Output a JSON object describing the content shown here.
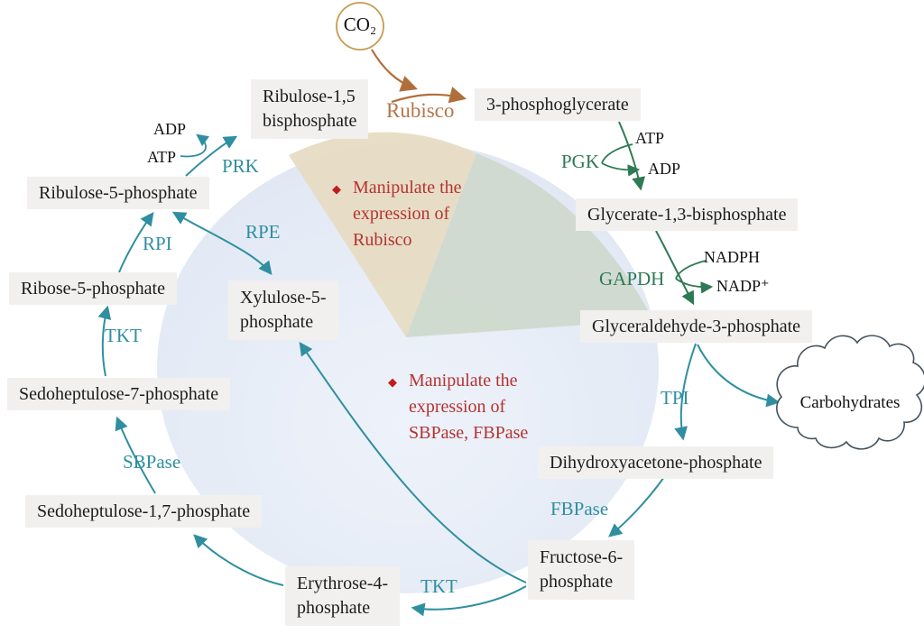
{
  "colors": {
    "teal": "#2f8fa0",
    "green": "#2e7a55",
    "orange": "#b06f3a",
    "gold_circle": "#c89b52",
    "red_text": "#b43331",
    "red_bullet": "#c11b1b",
    "box_bg": "#f1f0ee",
    "circle_fill": "#e3eaf5",
    "wedge_tan": "#e7dcc4",
    "wedge_green": "#cfd9cd",
    "cloud_stroke": "#45535e"
  },
  "co2": {
    "label": "CO₂"
  },
  "nodes": {
    "rubp15": {
      "line1": "Ribulose-1,5",
      "line2": "bisphosphate"
    },
    "pg3": {
      "label": "3-phosphoglycerate"
    },
    "gbp13": {
      "label": "Glycerate-1,3-bisphosphate"
    },
    "g3p": {
      "label": "Glyceraldehyde-3-phosphate"
    },
    "dhap": {
      "label": "Dihydroxyacetone-phosphate"
    },
    "f6p": {
      "line1": "Fructose-6-",
      "line2": "phosphate"
    },
    "e4p": {
      "line1": "Erythrose-4-",
      "line2": "phosphate"
    },
    "sbp17": {
      "label": "Sedoheptulose-1,7-phosphate"
    },
    "s7p": {
      "label": "Sedoheptulose-7-phosphate"
    },
    "r5p": {
      "label": "Ribose-5-phosphate"
    },
    "ru5p": {
      "label": "Ribulose-5-phosphate"
    },
    "x5p": {
      "line1": "Xylulose-5-",
      "line2": "phosphate"
    }
  },
  "enzymes": {
    "rubisco": "Rubisco",
    "pgk": "PGK",
    "gapdh": "GAPDH",
    "tpi": "TPI",
    "fbpase": "FBPase",
    "tkt_bottom": "TKT",
    "tkt_left": "TKT",
    "sbpase": "SBPase",
    "rpi": "RPI",
    "rpe": "RPE",
    "prk": "PRK"
  },
  "cofactors": {
    "atp_right": "ATP",
    "adp_right": "ADP",
    "nadph": "NADPH",
    "nadp_plus": "NADP⁺",
    "adp_left": "ADP",
    "atp_left": "ATP"
  },
  "annotations": {
    "rubisco_note": {
      "bullet": "◆",
      "line1": "Manipulate the",
      "line2": "expression of",
      "line3": "Rubisco"
    },
    "sbpase_note": {
      "bullet": "◆",
      "line1": "Manipulate the",
      "line2": "expression of",
      "line3": "SBPase, FBPase"
    }
  },
  "cloud": {
    "label": "Carbohydrates"
  }
}
